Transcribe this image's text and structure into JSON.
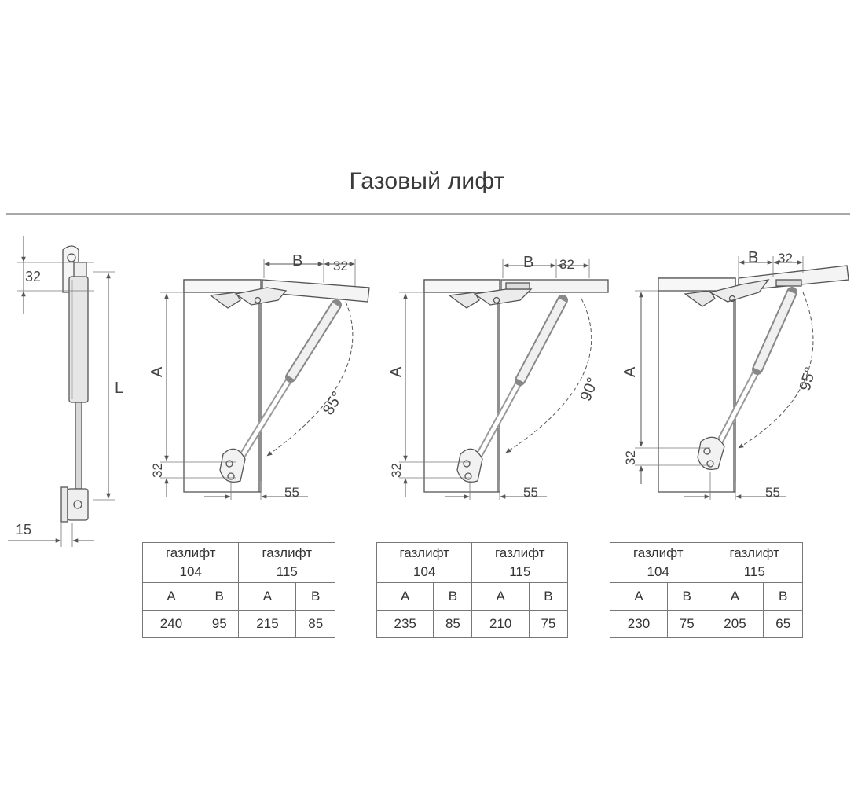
{
  "title": "Газовый лифт",
  "profile": {
    "dim_top": "32",
    "dim_length": "L",
    "dim_offset": "15"
  },
  "units": [
    {
      "angle": "85°",
      "dim_a": "A",
      "dim_b": "B",
      "dim_32_top": "32",
      "dim_32_side": "32",
      "dim_55": "55",
      "table": {
        "headers": [
          {
            "name": "газлифт",
            "model": "104"
          },
          {
            "name": "газлифт",
            "model": "115"
          }
        ],
        "sub": [
          "A",
          "B",
          "A",
          "B"
        ],
        "values": [
          "240",
          "95",
          "215",
          "85"
        ]
      }
    },
    {
      "angle": "90°",
      "dim_a": "A",
      "dim_b": "B",
      "dim_32_top": "32",
      "dim_32_side": "32",
      "dim_55": "55",
      "table": {
        "headers": [
          {
            "name": "газлифт",
            "model": "104"
          },
          {
            "name": "газлифт",
            "model": "115"
          }
        ],
        "sub": [
          "A",
          "B",
          "A",
          "B"
        ],
        "values": [
          "235",
          "85",
          "210",
          "75"
        ]
      }
    },
    {
      "angle": "95°",
      "dim_a": "A",
      "dim_b": "B",
      "dim_32_top": "32",
      "dim_32_side": "32",
      "dim_55": "55",
      "table": {
        "headers": [
          {
            "name": "газлифт",
            "model": "104"
          },
          {
            "name": "газлифт",
            "model": "115"
          }
        ],
        "sub": [
          "A",
          "B",
          "A",
          "B"
        ],
        "values": [
          "230",
          "75",
          "205",
          "65"
        ]
      }
    }
  ]
}
